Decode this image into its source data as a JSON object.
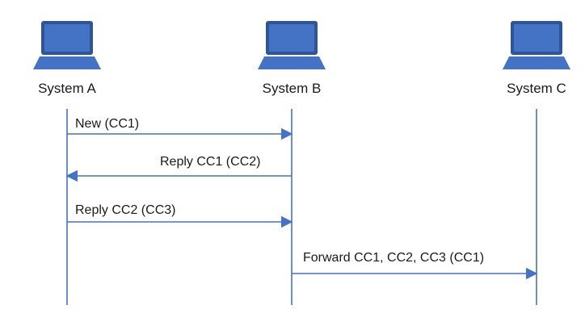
{
  "diagram": {
    "systems": [
      {
        "label": "System A"
      },
      {
        "label": "System B"
      },
      {
        "label": "System C"
      }
    ],
    "messages": [
      {
        "label": "New (CC1)",
        "from": 0,
        "to": 1
      },
      {
        "label": "Reply CC1 (CC2)",
        "from": 1,
        "to": 0
      },
      {
        "label": "Reply CC2 (CC3)",
        "from": 0,
        "to": 1
      },
      {
        "label": "Forward CC1, CC2, CC3 (CC1)",
        "from": 1,
        "to": 2
      }
    ],
    "colors": {
      "line": "#4472C4",
      "icon_screen": "#4472C4",
      "icon_body": "#4472C4",
      "icon_bezel": "#2E5597"
    },
    "icon": "laptop-icon"
  }
}
